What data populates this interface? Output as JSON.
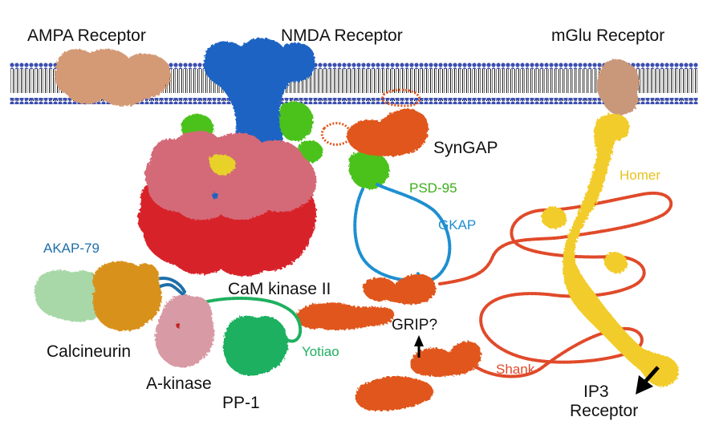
{
  "labels": {
    "ampa": "AMPA Receptor",
    "nmda": "NMDA Receptor",
    "mglu": "mGlu  Receptor",
    "syngap": "SynGAP",
    "psd95": "PSD-95",
    "homer": "Homer",
    "gkap": "GKAP",
    "akap79": "AKAP-79",
    "camk": "CaM kinase II",
    "grip": "GRIP?",
    "calcineurin": "Calcineurin",
    "yotiao": "Yotiao",
    "shank": "Shank",
    "akinase": "A-kinase",
    "ip3_line1": "IP3",
    "ip3_line2": "Receptor",
    "pp1": "PP-1"
  },
  "colors": {
    "ampa": "#d49a76",
    "nmda": "#1f63c4",
    "mglu": "#c9987a",
    "syngap": "#e0561c",
    "psd95": "#4cc21a",
    "homer": "#f2cc2a",
    "gkap": "#1e8fd0",
    "akap79": "#1e6fa8",
    "camk_top": "#d46a78",
    "camk_bottom": "#d8202a",
    "shank": "#e04a2a",
    "calcineurin_a": "#a8d8a8",
    "calcineurin_b": "#d8921e",
    "akinase": "#d89aa4",
    "yotiao": "#1fb060",
    "membrane_head": "#3c4fb0",
    "membrane_tail": "#1a1a1a"
  }
}
